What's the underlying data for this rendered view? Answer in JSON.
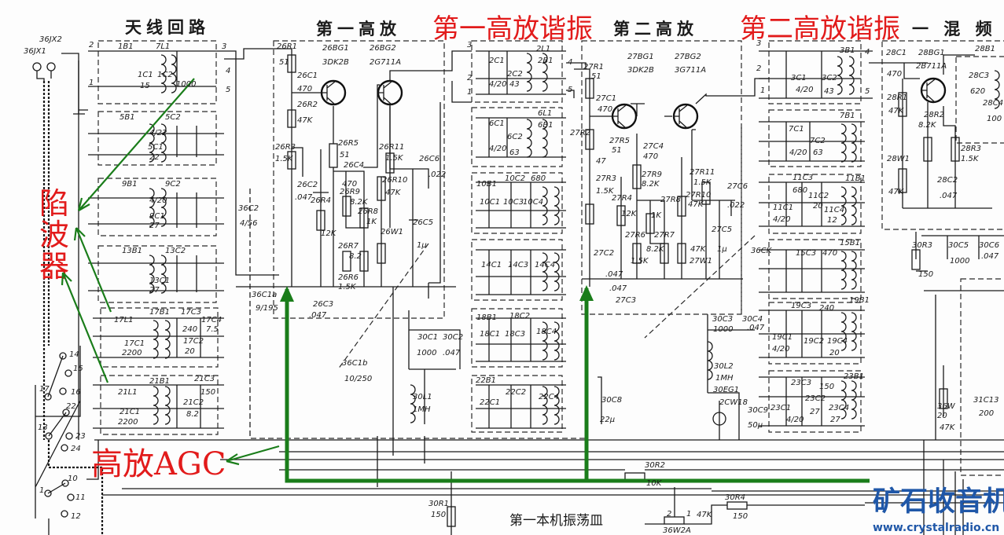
{
  "titles": {
    "antenna_circuit": "天线回路",
    "first_rf": "第一高放",
    "first_rf_resonance": "第一高放谐振",
    "second_rf": "第二高放",
    "second_rf_resonance": "第二高放谐振",
    "mixer": "一 混 频",
    "local_osc": "第一本机振荡皿"
  },
  "annotations": {
    "trap_filter": [
      "陷",
      "波",
      "器"
    ],
    "rf_agc": "高放AGC"
  },
  "watermark": {
    "name": "矿石收音机",
    "url": "www.crystalradio.cn"
  },
  "colors": {
    "annotation_red": "#e21b1b",
    "arrow_green": "#1a7d1a",
    "logo_blue": "#1f57a8"
  },
  "component_labels": [
    "36JX2",
    "36JX1",
    "2",
    "1",
    "1B1",
    "7L1",
    "3",
    "1C1",
    "15",
    "1C2",
    "1000",
    "4",
    "5",
    "5B1",
    "5C2",
    "4/22",
    "5C1",
    "22",
    "9B1",
    "9C2",
    "4/20",
    "9C1",
    "27",
    "13B1",
    "13C2",
    "13C1",
    "27",
    "17L1",
    "17B1",
    "17C3",
    "17C4",
    "240",
    "7.5",
    "17C1",
    "2200",
    "17C2",
    "20",
    "21L1",
    "21B1",
    "21C3",
    "150",
    "21C1",
    "2200",
    "21C2",
    "8.2",
    "26R1",
    "51",
    "26C1",
    "470",
    "26R2",
    "47K",
    "26R3",
    "1.5K",
    "26R5",
    "51",
    "26C4",
    "470",
    "26R9",
    "8.2K",
    "26R8",
    "1K",
    "26R11",
    "1.5K",
    "26C6",
    ".022",
    "26R10",
    "47K",
    "26C2",
    ".047",
    "26R4",
    "12K",
    "26C5",
    "1μ",
    "26W1",
    "36C2",
    "4/56",
    "26R7",
    "8.2",
    "26R6",
    "1.5K",
    "36C1a",
    "9/195",
    "26C3",
    ".047",
    "26BG1",
    "3DK2B",
    "26BG2",
    "2G711A",
    "3",
    "2",
    "1",
    "2C1",
    "4/20",
    "2L1",
    "2B1",
    "2C2",
    "43",
    "4",
    "5",
    "6C1",
    "4/20",
    "6L1",
    "6B1",
    "6C2",
    "63",
    "10B1",
    "10C2",
    "680",
    "10C1",
    "10C3",
    "10C4",
    "36C1b",
    "10/250",
    "30C1",
    "1000",
    "30C2",
    ".047",
    "30L1",
    "1MH",
    "30R1",
    "150",
    "27R1",
    "51",
    "27C1",
    "470",
    "27R2",
    "47",
    "27R3",
    "1.5K",
    "27BG1",
    "3DK2B",
    "27BG2",
    "3G711A",
    "27R5",
    "51",
    "27C4",
    "470",
    "27R9",
    "8.2K",
    "27R8",
    "1K",
    "27R10",
    "47K",
    "27R11",
    "1.5K",
    "27C6",
    ".022",
    "27C5",
    "1μ",
    "27R4",
    "12K",
    "27R6",
    "1.5K",
    "27R7",
    "8.2K",
    "47K",
    "27W1",
    "27C2",
    ".047",
    ".047",
    "27C3",
    "36CK",
    "3",
    "2",
    "1",
    "3C1",
    "4/20",
    "3C2",
    "43",
    "3B1",
    "4",
    "5",
    "7C1",
    "7C2",
    "4/20",
    "63",
    "7B1",
    "11C3",
    "680",
    "11B1",
    "11C2",
    "20",
    "11C1",
    "4/20",
    "11C4",
    "12",
    "15C3",
    "470",
    "15B1",
    "28C1",
    "470",
    "28BG1",
    "2B711A",
    "28B1",
    "28C3",
    "620",
    "28C4",
    "100",
    "28R1",
    "47K",
    "28R2",
    "8.2K",
    "28R3",
    "1.5K",
    "28W1",
    "47K",
    "28C2",
    ".047",
    "30R3",
    "150",
    "30C5",
    "1000",
    "30C6",
    ".047",
    "30C3",
    "1000",
    "30C4",
    ".047",
    "30L2",
    "1MH",
    "30EG1",
    "2CW18",
    "30C9",
    "50μ",
    "30C8",
    "22μ",
    "19C3",
    "240",
    "19B1",
    "19C1",
    "4/20",
    "19C2",
    "19C4",
    "20",
    "23C3",
    "150",
    "23B1",
    "23C2",
    "27",
    "23C1",
    "4/20",
    "23C4",
    "27",
    "36W",
    "20",
    "47K",
    "31C13",
    "200",
    "30R2",
    "10K",
    "30R4",
    "150",
    "47K",
    "2",
    "1",
    "36W2A",
    "14",
    "15",
    "16",
    "17",
    "22",
    "13",
    "23",
    "24",
    "10",
    "1",
    "11",
    "12",
    "18B1",
    "18C2",
    "18C4",
    "18C1",
    "18C3",
    "22B1",
    "22C1",
    "22C2",
    "22C4",
    "14C1",
    "14C3",
    "14C4"
  ]
}
